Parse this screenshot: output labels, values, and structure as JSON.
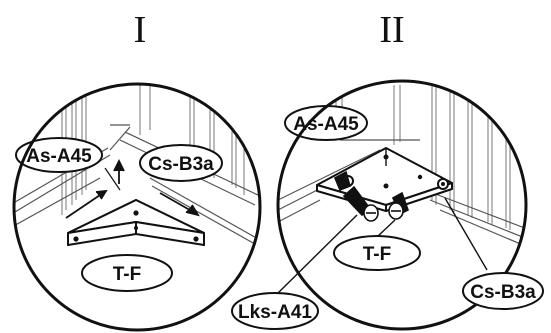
{
  "panels": [
    {
      "numeral": "I",
      "labels": {
        "part_a": "As-A45",
        "part_b": "Cs-B3a",
        "part_c": "T-F"
      }
    },
    {
      "numeral": "II",
      "labels": {
        "part_a": "As-A45",
        "part_b": "Cs-B3a",
        "part_c": "T-F",
        "part_d": "Lks-A41"
      }
    }
  ]
}
